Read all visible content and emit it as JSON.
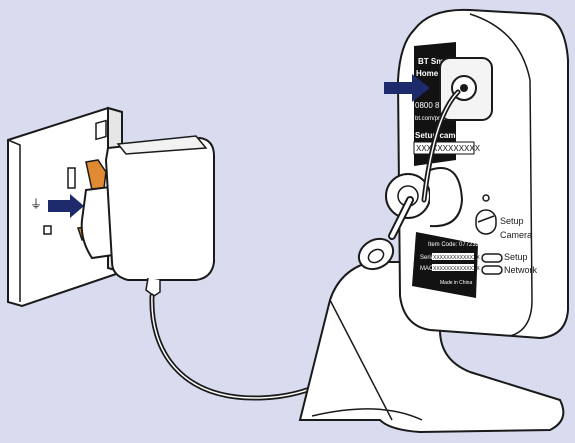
{
  "colors": {
    "background": "#d9dbef",
    "outline": "#1a1a1a",
    "white": "#ffffff",
    "label_black": "#121212",
    "arrow_navy": "#1d2a6b",
    "plug_orange": "#e08a34",
    "pin_gray": "#bdbdbd"
  },
  "wall_socket": {
    "earth_symbol": "⏚"
  },
  "camera_back_label": {
    "brand_line1": "BT Smart",
    "brand_line2": "Home Cam",
    "phone": "0800 800 0",
    "url": "bt.com/producthelp",
    "setup_name_heading": "Setup camera name:",
    "setup_name_value": "XXXXXXXXXXXX"
  },
  "camera_side": {
    "switch_label_line1": "Setup",
    "switch_label_line2": "Camera",
    "led_label_line1": "Setup",
    "led_label_line2": "Network"
  },
  "base_label": {
    "item_code": "Item Code: 077232",
    "serial_prefix": "Serial",
    "serial_value": "XXXXXXXXXXXXXX",
    "mac_prefix": "MAC",
    "mac_value": "XXXXXXXXXXXXXX",
    "footer": "Made in China"
  },
  "icons": {
    "arrow_plug": "right-arrow-icon",
    "arrow_camera": "right-arrow-icon",
    "switch": "slide-switch-icon",
    "led": "status-led-icon"
  }
}
